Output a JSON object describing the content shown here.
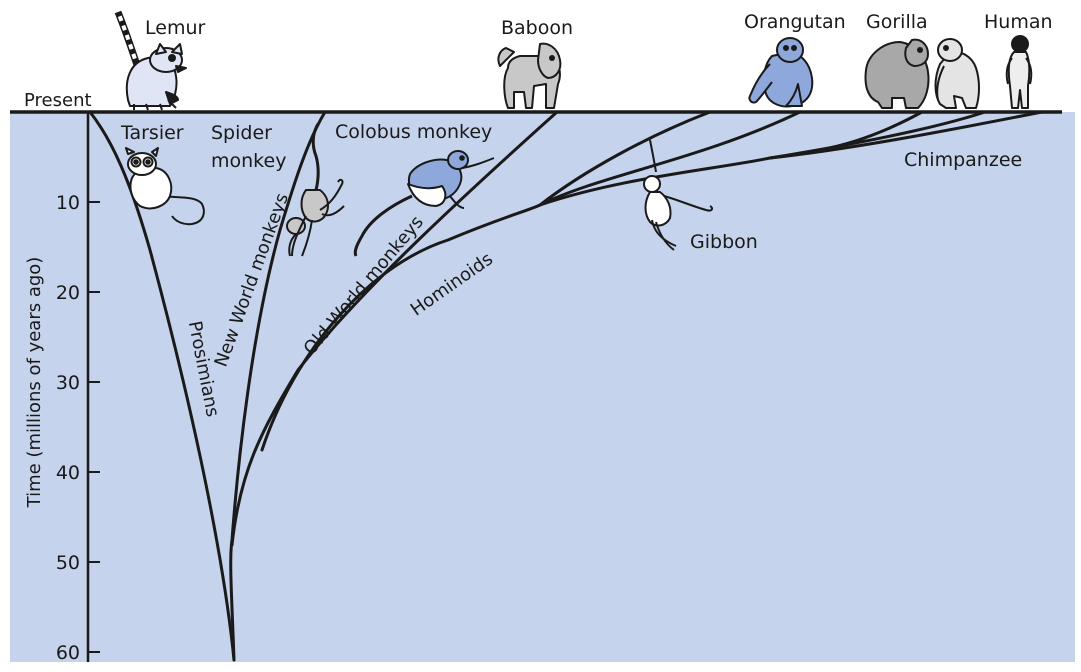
{
  "present_label": "Present",
  "axis": {
    "label": "Time (millions of years ago)",
    "ticks": [
      "10",
      "20",
      "30",
      "40",
      "50",
      "60"
    ]
  },
  "species": {
    "lemur": "Lemur",
    "baboon": "Baboon",
    "orangutan": "Orangutan",
    "gorilla": "Gorilla",
    "human": "Human",
    "tarsier": "Tarsier",
    "spider_monkey_line1": "Spider",
    "spider_monkey_line2": "monkey",
    "colobus_monkey": "Colobus monkey",
    "chimpanzee": "Chimpanzee",
    "gibbon": "Gibbon"
  },
  "groups": {
    "prosimians": "Prosimians",
    "new_world_monkeys": "New World monkeys",
    "old_world_monkeys": "Old World monkeys",
    "hominoids": "Hominoids"
  },
  "colors": {
    "panel_fill": "#c5d3ec",
    "line": "#1a1a1a",
    "animal_blue": "#8ea8dc",
    "animal_gray": "#b9b9b9"
  },
  "icons": [
    "lemur",
    "tarsier",
    "spider-monkey",
    "colobus-monkey",
    "baboon",
    "gibbon",
    "orangutan",
    "gorilla",
    "chimpanzee",
    "human"
  ]
}
